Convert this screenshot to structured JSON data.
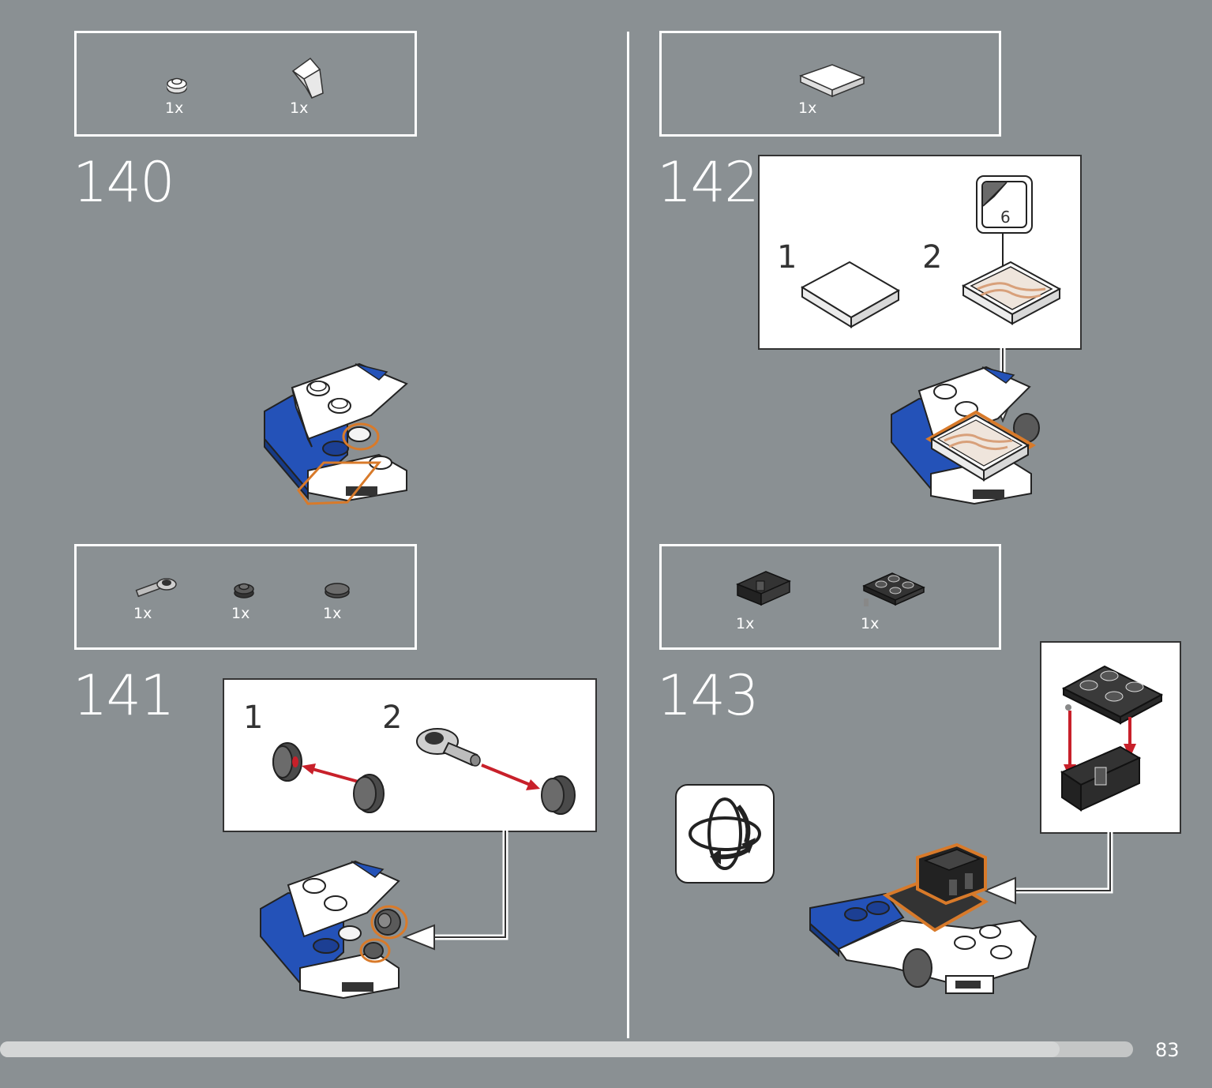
{
  "page": {
    "number": "83",
    "progress": 0.935
  },
  "steps": [
    {
      "number": "140",
      "parts": [
        {
          "qty": "1x",
          "icon": "round-plate-white-icon"
        },
        {
          "qty": "1x",
          "icon": "wedge-slope-white-icon"
        }
      ]
    },
    {
      "number": "141",
      "parts": [
        {
          "qty": "1x",
          "icon": "steering-arm-gray-icon"
        },
        {
          "qty": "1x",
          "icon": "round-plate-dark-icon"
        },
        {
          "qty": "1x",
          "icon": "round-tile-dark-icon"
        }
      ],
      "callout": {
        "substeps": [
          "1",
          "2"
        ]
      }
    },
    {
      "number": "142",
      "parts": [
        {
          "qty": "1x",
          "icon": "tile-2x2-white-icon"
        }
      ],
      "callout": {
        "substeps": [
          "1",
          "2"
        ],
        "sticker_number": "6"
      }
    },
    {
      "number": "143",
      "parts": [
        {
          "qty": "1x",
          "icon": "hinge-bracket-black-icon"
        },
        {
          "qty": "1x",
          "icon": "plate-2x2-pin-black-icon"
        }
      ]
    }
  ],
  "colors": {
    "background": "#8a9093",
    "blue": "#1f4fb0",
    "highlight": "#d87a2a",
    "arrow": "#c8202a"
  }
}
